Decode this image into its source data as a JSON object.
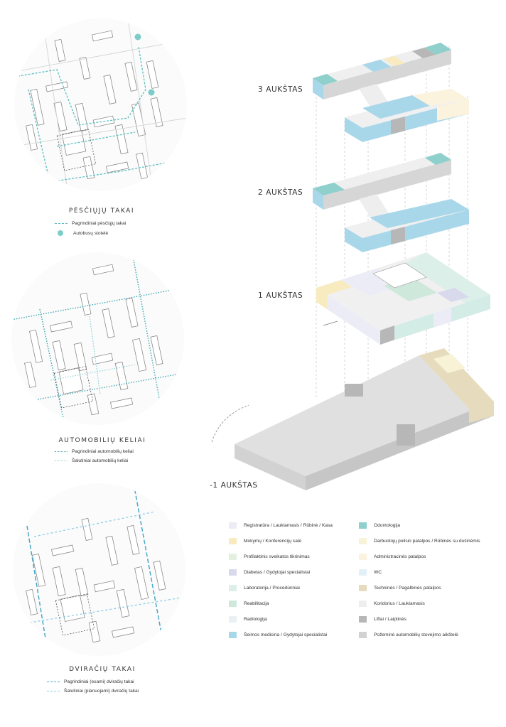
{
  "maps": [
    {
      "title": "PĖSČIŲJŲ TAKAI",
      "legend": [
        {
          "label": "Pagrindiniai pėsčiųjų takai",
          "symbol": "dashed-line",
          "color": "#5bbfc0"
        },
        {
          "label": "Autobusų stotelė",
          "symbol": "dot",
          "color": "#7ccdc9"
        }
      ]
    },
    {
      "title": "AUTOMOBILIŲ KELIAI",
      "legend": [
        {
          "label": "Pagrindiniai automobilių keliai",
          "symbol": "dotted-line",
          "color": "#3fa7b0"
        },
        {
          "label": "Šalutiniai automobilių keliai",
          "symbol": "dotted-line-light",
          "color": "#8fd3d6"
        }
      ]
    },
    {
      "title": "DVIRAČIŲ TAKAI",
      "legend": [
        {
          "label": "Pagrindiniai (esami) dviračių takai",
          "symbol": "long-dash",
          "color": "#4aa7c9"
        },
        {
          "label": "Šalutiniai (planuojami) dviračių takai",
          "symbol": "short-dash",
          "color": "#8ccde6"
        }
      ]
    }
  ],
  "floors": [
    {
      "label": "3 AUKŠTAS"
    },
    {
      "label": "2 AUKŠTAS"
    },
    {
      "label": "1 AUKŠTAS"
    },
    {
      "label": "-1 AUKŠTAS"
    }
  ],
  "legend_left": [
    {
      "label": "Registratūra / Laukiamasis / Rūbinė / Kasa",
      "color": "#ececf6"
    },
    {
      "label": "Mokymų / Konferencijų salė",
      "color": "#f7ebbf"
    },
    {
      "label": "Profilaktinis sveikatos tikrinimas",
      "color": "#e3f0df"
    },
    {
      "label": "Diabetas / Gydytojai specialistai",
      "color": "#d9d9ee"
    },
    {
      "label": "Laboratorija / Procedūriniai",
      "color": "#dcefe9"
    },
    {
      "label": "Reabilitacija",
      "color": "#cfe8dc"
    },
    {
      "label": "Radiologija",
      "color": "#eaf0f3"
    },
    {
      "label": "Šeimos medicina / Gydytojai specialistai",
      "color": "#a9d7ea"
    }
  ],
  "legend_right": [
    {
      "label": "Odontologija",
      "color": "#8fcfcc"
    },
    {
      "label": "Darbuotojų poilsio patalpos / Rūbinės su dušinėmis",
      "color": "#f8f2d6"
    },
    {
      "label": "Administracinės patalpos",
      "color": "#fbf3de"
    },
    {
      "label": "WC",
      "color": "#e4f0f8"
    },
    {
      "label": "Techninės / Pagalbinės patalpos",
      "color": "#e6dcbd"
    },
    {
      "label": "Koridorius / Laukiamasis",
      "color": "#eeeeee"
    },
    {
      "label": "Liftai / Laiptinės",
      "color": "#b7b7b7"
    },
    {
      "label": "Požeminė automobilių stovėjimo aikštelė",
      "color": "#d2d2d2"
    }
  ]
}
